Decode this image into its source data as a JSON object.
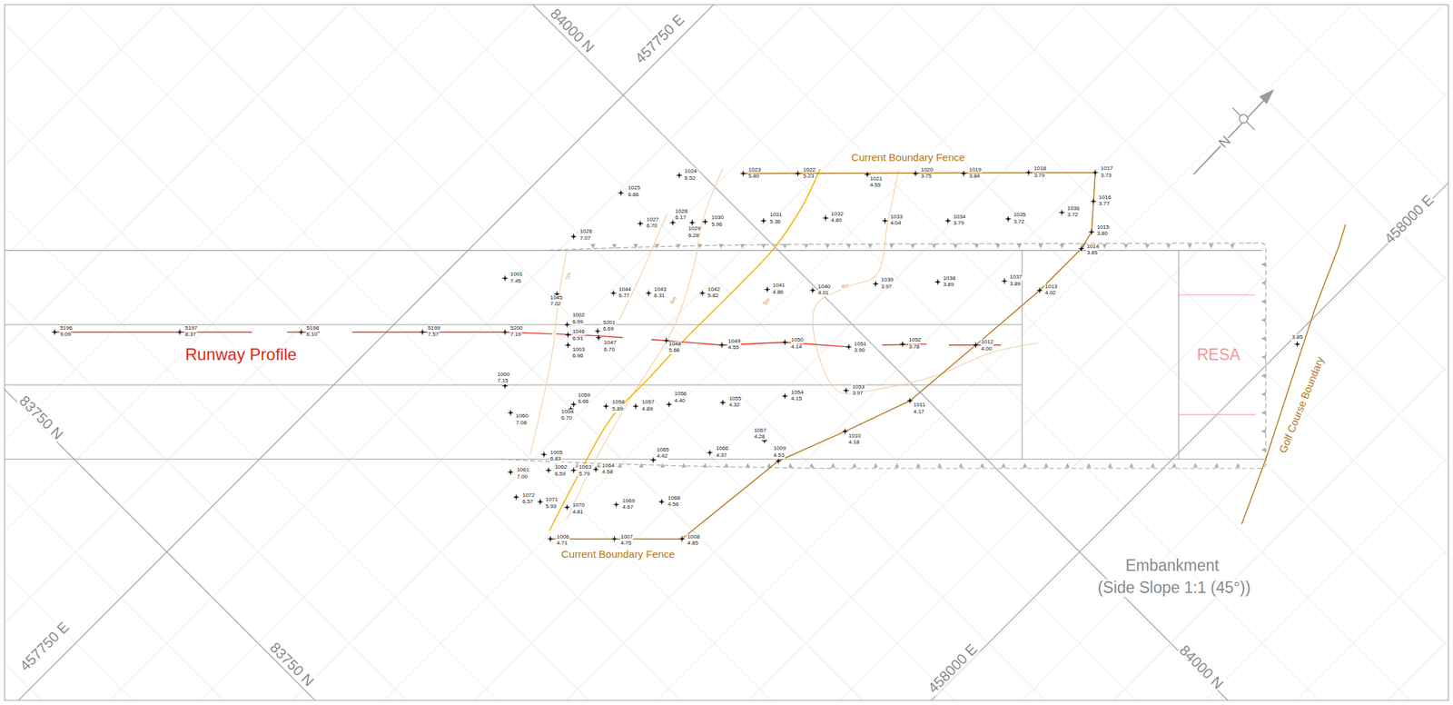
{
  "diagram": {
    "labels": [
      "5196",
      "9.09",
      "5197",
      "8.37",
      "5198",
      "6.10",
      "5199",
      "7.57",
      "5200",
      "7.19",
      "5201",
      "6.69",
      "1046",
      "6.91",
      "1047",
      "6.70",
      "1002",
      "6.99",
      "1003",
      "6.96",
      "1048",
      "5.68",
      "1049",
      "4.55",
      "1050",
      "4.14",
      "1051",
      "3.90",
      "1052",
      "3.78",
      "1012",
      "4.00",
      "1001",
      "7.45",
      "1045",
      "7.02",
      "1044",
      "6.77",
      "1043",
      "6.31",
      "1042",
      "5.82",
      "1041",
      "4.86",
      "1040",
      "4.01",
      "1039",
      "3.97",
      "1038",
      "3.89",
      "1037",
      "3.89",
      "1013",
      "4.02",
      "1014",
      "3.85",
      "1015",
      "3.80",
      "1016",
      "3.77",
      "1017",
      "3.73",
      "1018",
      "3.79",
      "1019",
      "3.84",
      "1020",
      "3.75",
      "1021",
      "4.55",
      "1022",
      "5.23",
      "1023",
      "5.80",
      "1024",
      "6.52",
      "1025",
      "6.86",
      "1026",
      "7.07",
      "1027",
      "6.70",
      "1028",
      "6.17",
      "1029",
      "6.28",
      "1030",
      "5.96",
      "1031",
      "5.36",
      "1032",
      "4.80",
      "1033",
      "4.04",
      "1034",
      "3.79",
      "1035",
      "3.72",
      "1036",
      "3.72",
      "1000",
      "7.15",
      "1060",
      "7.08",
      "1059",
      "6.66",
      "1004",
      "6.70",
      "1058",
      "5.89",
      "1057",
      "4.89",
      "1056",
      "4.40",
      "1055",
      "4.32",
      "1054",
      "4.15",
      "1053",
      "3.97",
      "1011",
      "4.17",
      "1010",
      "4.18",
      "1067",
      "4.28",
      "1009",
      "4.53",
      "1066",
      "4.37",
      "1065",
      "4.42",
      "1005",
      "6.83",
      "1061",
      "7.00",
      "1062",
      "6.59",
      "1063",
      "5.79",
      "1064",
      "4.58",
      "1072",
      "6.57",
      "1071",
      "5.93",
      "1070",
      "4.81",
      "1069",
      "4.67",
      "1068",
      "4.56",
      "1006",
      "4.71",
      "1007",
      "4.75",
      "1008",
      "4.85",
      "84000 N",
      "457750 E",
      "83750 N",
      "457750 E",
      "83750 N",
      "458000 E",
      "84000 N",
      "458000 E",
      "Current Boundary Fence",
      "Current Boundary Fence",
      "Runway Profile",
      "RESA",
      "Embankment",
      "(Side Slope 1:1 (45°))",
      "Golf Course Boundary",
      "N",
      "3.85",
      "7m",
      "6m",
      "5m",
      "4m"
    ]
  }
}
